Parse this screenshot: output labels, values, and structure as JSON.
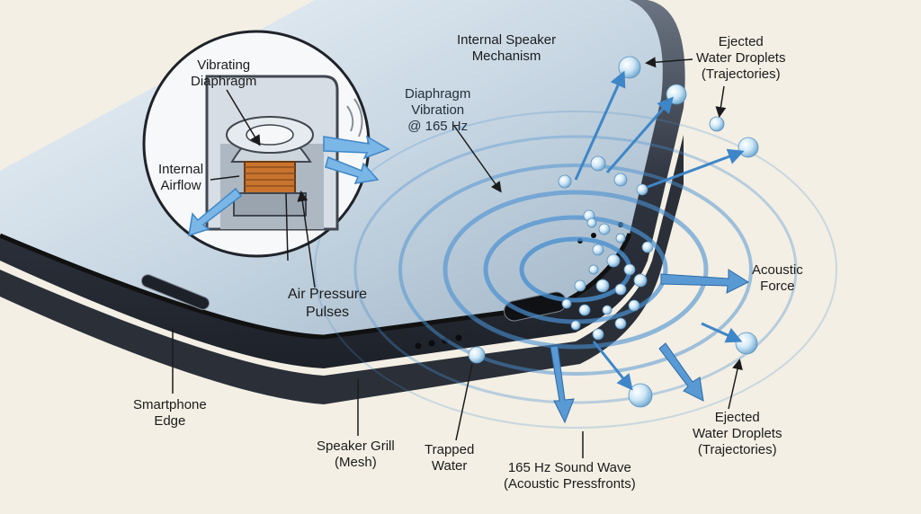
{
  "labels": {
    "internal_speaker": [
      "Internal Speaker",
      "Mechanism"
    ],
    "vibrating_diaphragm": [
      "Vibrating",
      "Diaphragm"
    ],
    "internal_airflow": [
      "Internal",
      "Airflow"
    ],
    "air_pressure": [
      "Air Pressure",
      "Pulses"
    ],
    "diaphragm_vibration": [
      "Diaphragm",
      "Vibration",
      "@ 165 Hz"
    ],
    "ejected_top": [
      "Ejected",
      "Water Droplets",
      "(Trajectories)"
    ],
    "acoustic_force": [
      "Acoustic",
      "Force"
    ],
    "ejected_bottom": [
      "Ejected",
      "Water Droplets",
      "(Trajectories)"
    ],
    "smartphone_edge": [
      "Smartphone",
      "Edge"
    ],
    "speaker_grill": [
      "Speaker Grill",
      "(Mesh)"
    ],
    "trapped_water": [
      "Trapped",
      "Water"
    ],
    "sound_wave": [
      "165 Hz Sound Wave",
      "(Acoustic Pressfronts)"
    ]
  },
  "colors": {
    "background": "#f3efe4",
    "phone_frame": "#3b4350",
    "screen": "#cfdde8",
    "wave": "#4a90d0",
    "droplet": "#bfe0f4",
    "coil": "#c8742e"
  }
}
